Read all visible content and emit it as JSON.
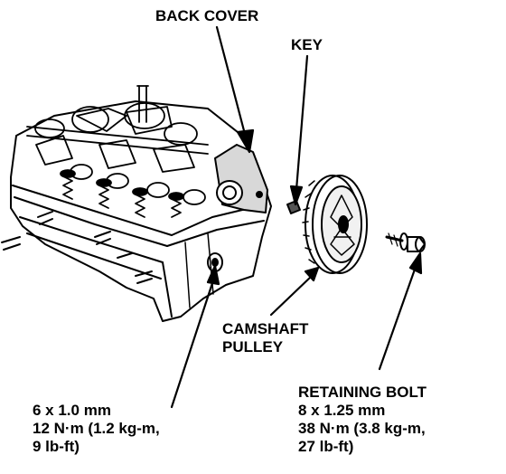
{
  "labels": {
    "back_cover": "BACK COVER",
    "key": "KEY",
    "camshaft_pulley": [
      "CAMSHAFT",
      "PULLEY"
    ],
    "bolt_spec": [
      "6 x 1.0 mm",
      "12 N·m (1.2 kg-m,",
      "9 lb-ft)"
    ],
    "retaining_bolt": [
      "RETAINING BOLT",
      "8 x 1.25 mm",
      "38 N·m (3.8 kg-m,",
      "27 lb-ft)"
    ]
  },
  "colors": {
    "ink": "#000000",
    "paper": "#ffffff"
  }
}
